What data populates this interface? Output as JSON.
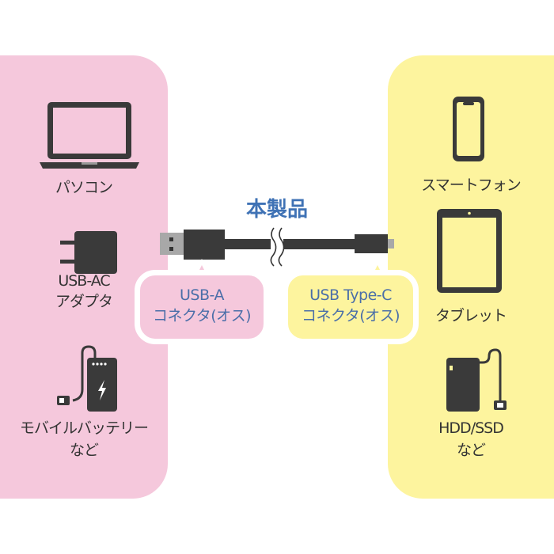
{
  "product_label": "本製品",
  "left_devices": [
    {
      "icon": "laptop-icon",
      "label": "パソコン"
    },
    {
      "icon": "ac-adapter-icon",
      "label_lines": [
        "USB-AC",
        "アダプタ"
      ]
    },
    {
      "icon": "mobile-battery-icon",
      "label_lines": [
        "モバイルバッテリー",
        "など"
      ]
    }
  ],
  "right_devices": [
    {
      "icon": "smartphone-icon",
      "label": "スマートフォン"
    },
    {
      "icon": "tablet-icon",
      "label": "タブレット"
    },
    {
      "icon": "hdd-icon",
      "label_lines": [
        "HDD/SSD",
        "など"
      ]
    }
  ],
  "connectors": {
    "usb_a": {
      "line1": "USB-A",
      "line2": "コネクタ(オス)"
    },
    "usb_c": {
      "line1": "USB Type-C",
      "line2": "コネクタ(オス)"
    }
  },
  "colors": {
    "left_panel": "#f5c8dc",
    "right_panel": "#fdf49e",
    "accent": "#3f72b5",
    "icon": "#3a3a3a"
  }
}
